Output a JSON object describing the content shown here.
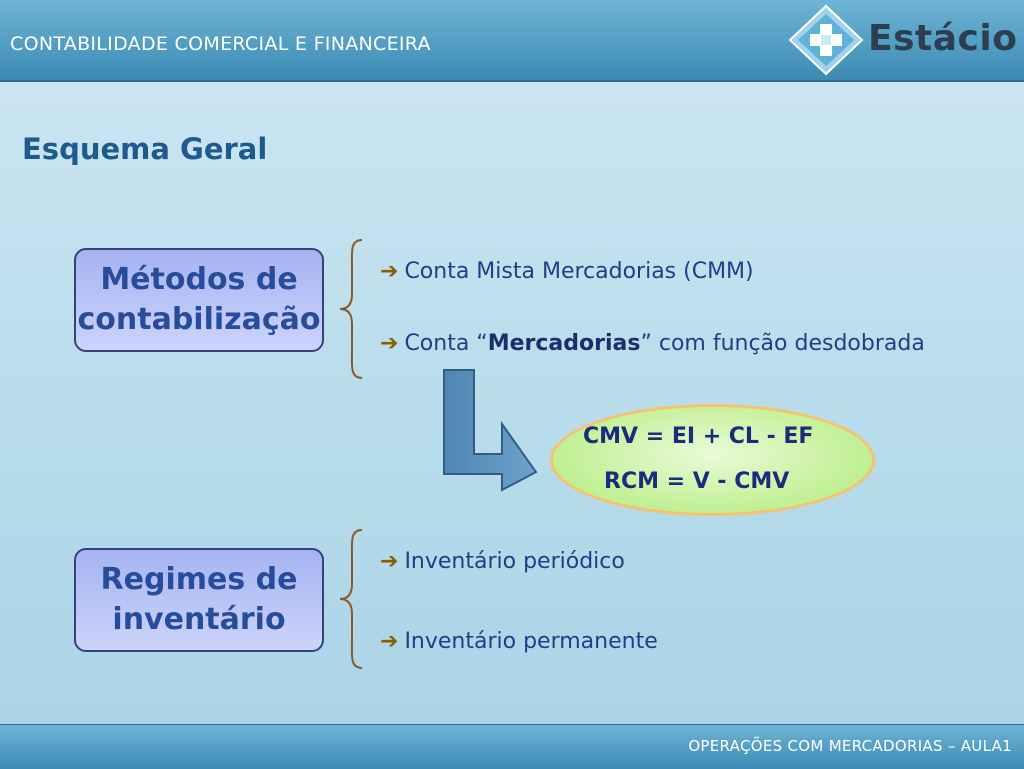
{
  "header": {
    "title": "CONTABILIDADE COMERCIAL E FINANCEIRA",
    "logo_text": "Estácio"
  },
  "slide": {
    "title": "Esquema Geral",
    "box1": {
      "line1": "Métodos de",
      "line2": "contabilização"
    },
    "box2": {
      "line1": "Regimes de",
      "line2": "inventário"
    },
    "items_top": [
      {
        "text": "Conta Mista Mercadorias (CMM)"
      },
      {
        "pre": "Conta “",
        "bold": "Mercadorias",
        "post": "” com função desdobrada"
      }
    ],
    "items_bottom": [
      {
        "text": "Inventário periódico"
      },
      {
        "text": "Inventário permanente"
      }
    ],
    "formulas": [
      "CMV = EI + CL - EF",
      "RCM = V - CMV"
    ],
    "arrow_glyph": "➔"
  },
  "footer": {
    "text": "OPERAÇÕES COM MERCADORIAS – AULA1"
  },
  "colors": {
    "header": "#3c8bb5",
    "title": "#1f5a8f",
    "box_fill": "#a6b3f2",
    "ellipse_fill": "#c9f2a0",
    "ellipse_border": "#f7c26a"
  }
}
